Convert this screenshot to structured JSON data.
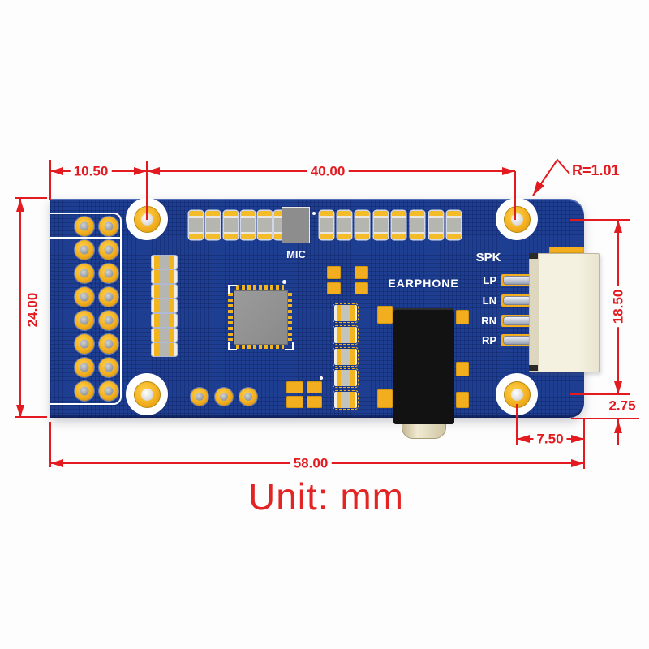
{
  "unit_label": "Unit: mm",
  "dimensions": {
    "top_left_width": "10.50",
    "top_width": "40.00",
    "corner_radius": "R=1.01",
    "left_height": "24.00",
    "right_height": "18.50",
    "right_bottom_offset": "2.75",
    "bottom_right_offset": "7.50",
    "bottom_width": "58.00"
  },
  "board": {
    "labels": {
      "mic": "MIC",
      "earphone": "EARPHONE",
      "spk": "SPK",
      "speaker_pins": [
        "LP",
        "LN",
        "RN",
        "RP"
      ]
    },
    "colors": {
      "pcb_blue": "#1e3e92",
      "pad_yellow": "#f2ae1e",
      "dimension_red": "#e31b20",
      "silkscreen_white": "#ffffff",
      "chip_gray": "#919191",
      "jack_black": "#121212",
      "connector_cream": "#f5f1e1"
    }
  }
}
